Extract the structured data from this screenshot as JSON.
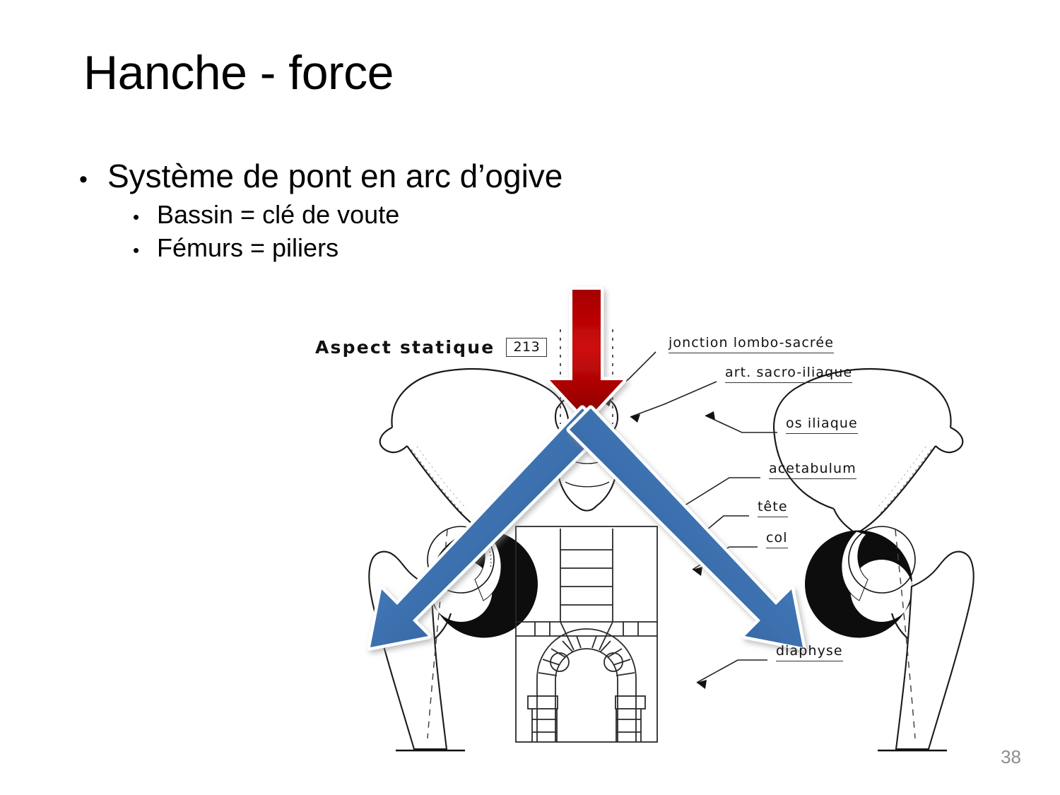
{
  "slide": {
    "title": "Hanche - force",
    "page_number": "38",
    "background_color": "#FFFFFF",
    "text_color": "#000000",
    "page_number_color": "#8D8D8D"
  },
  "bullets": {
    "level1": [
      {
        "marker": "•",
        "text": "Système de pont en arc d’ogive"
      }
    ],
    "level2": [
      {
        "marker": "•",
        "text": "Bassin = clé de voute"
      },
      {
        "marker": "•",
        "text": "Fémurs = piliers"
      }
    ]
  },
  "figure": {
    "caption": "Aspect  statique",
    "caption_number": "213",
    "labels": [
      {
        "id": "jonction-lombo-sacree",
        "text": "jonction  lombo-sacrée"
      },
      {
        "id": "art-sacro-iliaque",
        "text": "art.  sacro-iliaque"
      },
      {
        "id": "os-iliaque",
        "text": "os iliaque"
      },
      {
        "id": "acetabulum",
        "text": "acetabulum"
      },
      {
        "id": "tete",
        "text": "tête"
      },
      {
        "id": "col",
        "text": "col"
      },
      {
        "id": "diaphyse",
        "text": "diaphyse"
      }
    ],
    "arrows": {
      "down_force": {
        "color": "#C00000",
        "outline": "#FFFFFF",
        "direction": "down",
        "meaning": "force descendante"
      },
      "left_thrust": {
        "color": "#3A6FB5",
        "outline": "#FFFFFF",
        "direction": "down-left",
        "meaning": "poussée vers pilier gauche"
      },
      "right_thrust": {
        "color": "#3A6FB5",
        "outline": "#FFFFFF",
        "direction": "down-right",
        "meaning": "poussée vers pilier droit"
      }
    }
  }
}
